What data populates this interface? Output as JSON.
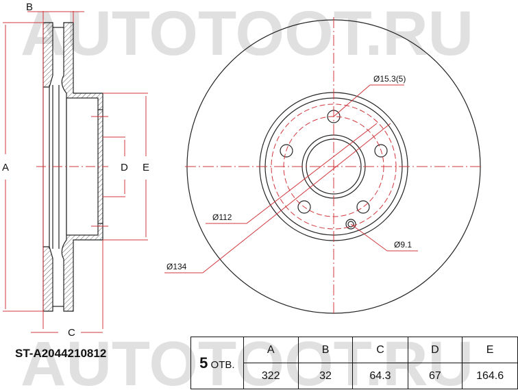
{
  "watermark": "AUTOTOOT.RU",
  "part_number": "ST-A2044210812",
  "holes": {
    "count": "5",
    "unit": "ОТВ."
  },
  "dimension_labels": {
    "a": "A",
    "b": "B",
    "c": "C",
    "d": "D",
    "e": "E"
  },
  "callouts": {
    "bolt_hole": "Ø15.3(5)",
    "pcd": "Ø112",
    "hat": "Ø134",
    "small_hole": "Ø9.1"
  },
  "table": {
    "headers": [
      "A",
      "B",
      "C",
      "D",
      "E"
    ],
    "values": [
      "322",
      "32",
      "64.3",
      "67",
      "164.6"
    ]
  },
  "colors": {
    "line": "#222222",
    "dimension": "#d0353a",
    "watermark": "#e0e0e0"
  }
}
